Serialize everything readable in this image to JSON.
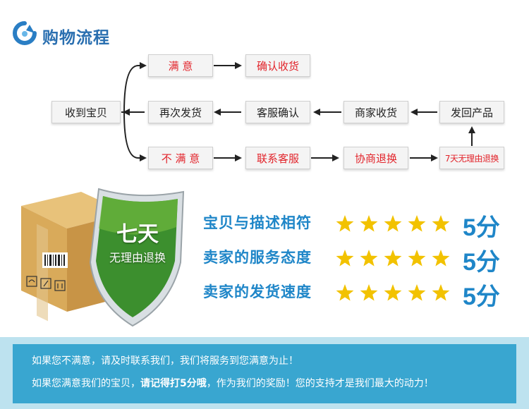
{
  "header": {
    "title": "购物流程"
  },
  "flow": {
    "received": "收到宝贝",
    "satisfied": "满  意",
    "confirm_receipt": "确认收货",
    "resend": "再次发货",
    "cs_confirm": "客服确认",
    "merchant_receive": "商家收货",
    "return_product": "发回产品",
    "unsatisfied": "不 满 意",
    "contact_cs": "联系客服",
    "negotiate": "协商退换",
    "seven_day": "7天无理由退换"
  },
  "shield": {
    "line1": "七天",
    "line2": "无理由退换"
  },
  "ratings": [
    {
      "label": "宝贝与描述相符",
      "stars": 5,
      "score": "5分"
    },
    {
      "label": "卖家的服务态度",
      "stars": 5,
      "score": "5分"
    },
    {
      "label": "卖家的发货速度",
      "stars": 5,
      "score": "5分"
    }
  ],
  "footer": {
    "line1": "如果您不满意，请及时联系我们，我们将服务到您满意为止！",
    "line2_pre": "如果您满意我们的宝贝，",
    "line2_bold": "请记得打5分哦",
    "line2_post": "，作为我们的奖励！您的支持才是我们最大的动力！"
  },
  "colors": {
    "accent_blue": "#1f86c8",
    "red": "#e2242b",
    "star": "#f2c200",
    "footer": "#39a6d0"
  }
}
